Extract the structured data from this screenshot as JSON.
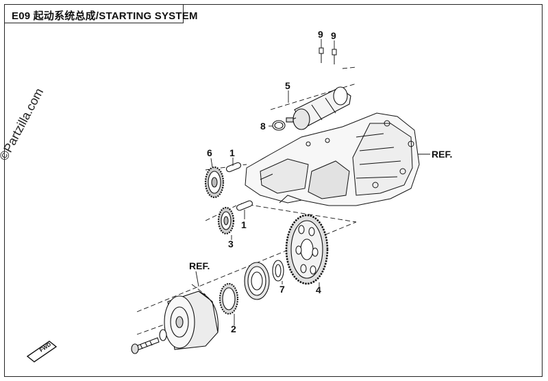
{
  "title": {
    "code": "E09",
    "text": "起动系统总成/STARTING SYSTEM"
  },
  "watermark": "©Partzilla.com",
  "callouts": {
    "c9a": "9",
    "c9b": "9",
    "c5": "5",
    "c8": "8",
    "c6": "6",
    "c1a": "1",
    "c1b": "1",
    "c3": "3",
    "c7": "7",
    "c4": "4",
    "c2": "2"
  },
  "refs": {
    "upper": "REF.",
    "lower": "REF."
  },
  "fwd_badge": "FWD",
  "parts": [
    "starter-motor",
    "starter-bolt",
    "o-ring",
    "crankcase",
    "idler-gear",
    "shaft",
    "reduction-gear",
    "starter-ring-gear",
    "washer",
    "one-way-clutch",
    "flywheel-rotor",
    "flange-bolt"
  ]
}
